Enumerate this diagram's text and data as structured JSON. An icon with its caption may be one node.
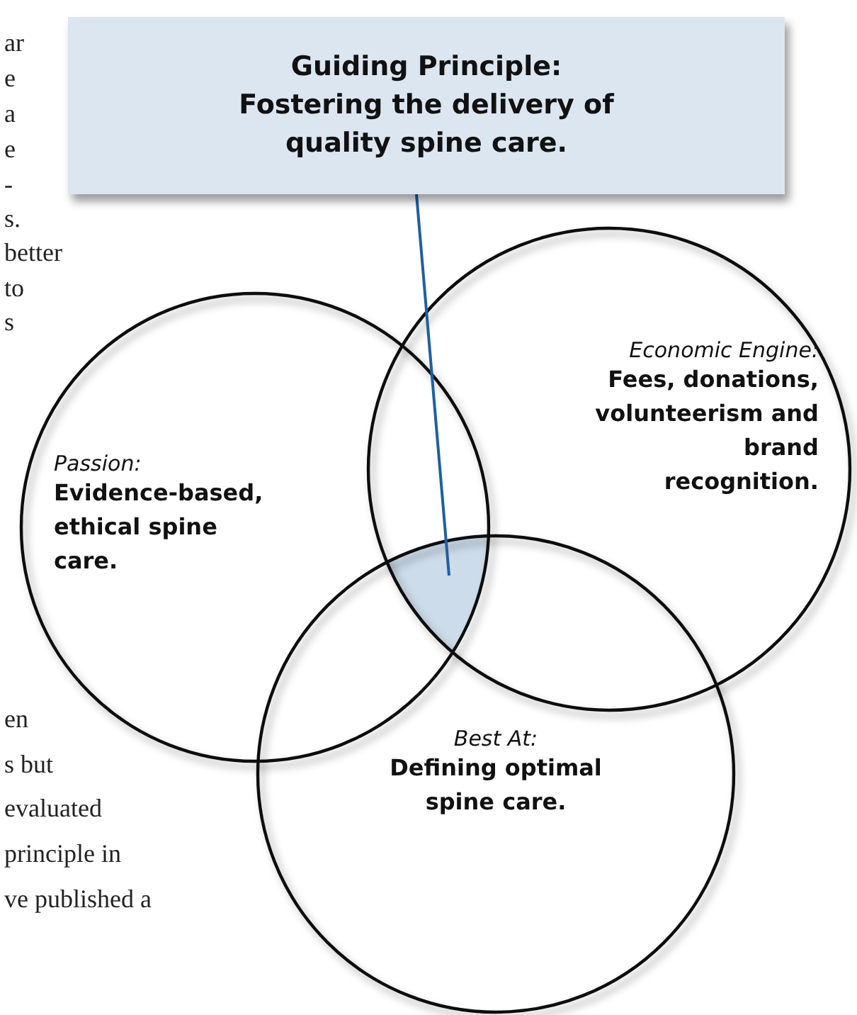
{
  "diagram": {
    "nodes": [
      {
        "text": [
          "Guiding Principle:",
          "Fostering the delivery of quality spine care."
        ]
      },
      {
        "text": [
          "Passion:",
          "Evidence-based, ethical spine care."
        ]
      },
      {
        "text": [
          "Economic Engine:",
          "Fees, donations, volunteerism and brand recognition."
        ]
      },
      {
        "text": [
          "Best At:",
          "Defining optimal spine care."
        ]
      },
      {
        "text": [],
        "shape": "triangle"
      }
    ],
    "edges": [
      {
        "from": 0,
        "to": 4,
        "arrow": "none",
        "color": "#1f5fa0"
      }
    ],
    "labels": [
      "ar",
      "e",
      "a",
      "e",
      "-",
      "s.",
      "better",
      "to",
      "s",
      "en",
      "s but",
      "evaluated",
      "principle in",
      "ve published a"
    ]
  }
}
